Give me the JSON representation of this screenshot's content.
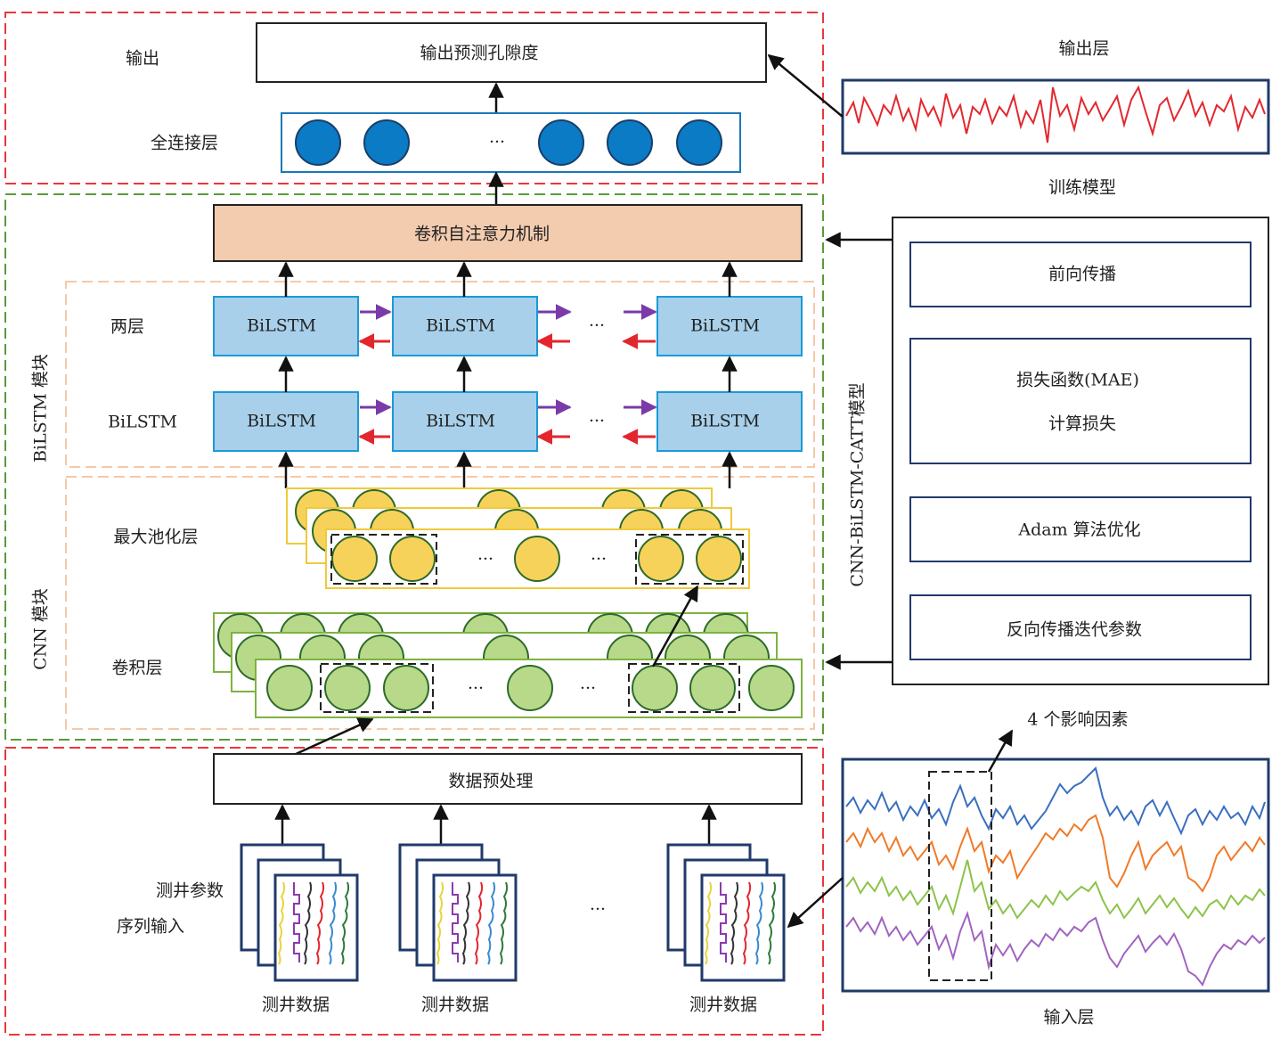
{
  "output_section": {
    "label": "输出",
    "output_box": "输出预测孔隙度",
    "fc_label": "全连接层",
    "ellipsis": "···"
  },
  "model_section": {
    "attention": "卷积自注意力机制",
    "bilstm_module_label": "BiLSTM 模块",
    "two_layer_label": "两层",
    "bilstm_label": "BiLSTM",
    "bilstm_cell": "BiLSTM",
    "cnn_module_label": "CNN 模块",
    "pool_label": "最大池化层",
    "conv_label": "卷积层",
    "ellipsis": "···"
  },
  "input_section": {
    "preprocess": "数据预处理",
    "seq_label_1": "测井参数",
    "seq_label_2": "序列输入",
    "well_data": "测井数据",
    "ellipsis": "···"
  },
  "right_panel": {
    "output_layer": "输出层",
    "train_model": "训练模型",
    "model_name": "CNN-BiLSTM-CATT模型",
    "steps": [
      "前向传播",
      "损失函数(MAE)",
      "计算损失",
      "Adam 算法优化",
      "反向传播迭代参数"
    ],
    "factors": "4 个影响因素",
    "input_layer": "输入层"
  },
  "colors": {
    "red_dash": "#e8383d",
    "green_dash": "#5a9a3c",
    "peach_dash": "#f5c9a8",
    "node_blue": "#0a7bc4",
    "bilstm_fill": "#a8d0ea",
    "bilstm_border": "#1a9ad8",
    "attention_fill": "#f3cbae",
    "pool_yellow": "#f7d25a",
    "conv_green": "#b8d98a",
    "series": [
      "#3a6fc0",
      "#f07a28",
      "#8cc34a",
      "#a263c0"
    ],
    "output_red": "#e3282f"
  }
}
